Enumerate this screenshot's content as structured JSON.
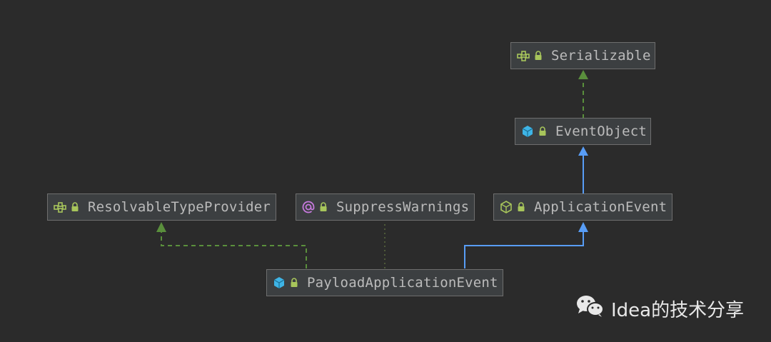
{
  "diagram": {
    "nodes": {
      "serializable": {
        "label": "Serializable",
        "kind": "interface"
      },
      "event_object": {
        "label": "EventObject",
        "kind": "class"
      },
      "resolvable_type_provider": {
        "label": "ResolvableTypeProvider",
        "kind": "interface"
      },
      "suppress_warnings": {
        "label": "SuppressWarnings",
        "kind": "annotation"
      },
      "application_event": {
        "label": "ApplicationEvent",
        "kind": "abstract-class"
      },
      "payload_application_event": {
        "label": "PayloadApplicationEvent",
        "kind": "class"
      }
    },
    "edges": [
      {
        "from": "event_object",
        "to": "serializable",
        "type": "implements"
      },
      {
        "from": "application_event",
        "to": "event_object",
        "type": "extends"
      },
      {
        "from": "payload_application_event",
        "to": "application_event",
        "type": "extends"
      },
      {
        "from": "payload_application_event",
        "to": "resolvable_type_provider",
        "type": "implements"
      },
      {
        "from": "payload_application_event",
        "to": "suppress_warnings",
        "type": "annotated-by"
      }
    ]
  },
  "watermark": {
    "text": "Idea的技术分享"
  },
  "colors": {
    "background": "#2b2b2b",
    "node_fill": "#3c3f41",
    "node_border": "#6e6e6e",
    "text": "#bbbbbb",
    "implements_edge": "#5a8f3c",
    "extends_edge": "#589df6",
    "annotation_edge": "#5a6b3c",
    "class_icon": "#3eb4e6",
    "interface_icon": "#a7c55b",
    "annotation_icon": "#c679dd",
    "lock_icon": "#a7c55b"
  },
  "icons": {
    "interface": "interface-icon",
    "class": "class-icon",
    "abstract_class": "abstract-class-icon",
    "annotation": "annotation-icon",
    "lock": "lock-icon"
  }
}
